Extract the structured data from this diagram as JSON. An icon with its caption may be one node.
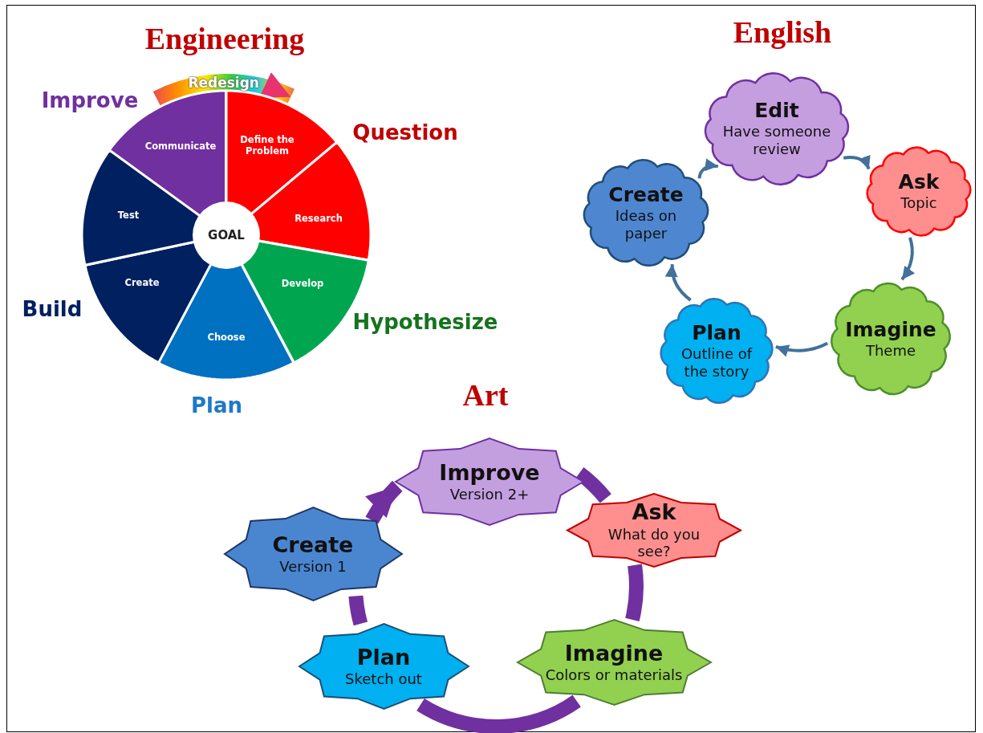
{
  "diagram": {
    "nodes": [
      {
        "text": [
          "Communicate"
        ]
      },
      {
        "text": [
          "Define the Problem"
        ]
      },
      {
        "text": [
          "Research"
        ]
      },
      {
        "text": [
          "Develop"
        ]
      },
      {
        "text": [
          "Choose"
        ]
      },
      {
        "text": [
          "Create"
        ]
      },
      {
        "text": [
          "Test"
        ]
      },
      {
        "text": [
          "GOAL"
        ]
      },
      {
        "text": [
          "Edit",
          "Have someone review"
        ]
      },
      {
        "text": [
          "Ask",
          "Topic"
        ]
      },
      {
        "text": [
          "Imagine",
          "Theme"
        ]
      },
      {
        "text": [
          "Plan",
          "Outline of the story"
        ]
      },
      {
        "text": [
          "Create",
          "Ideas on paper"
        ]
      },
      {
        "text": [
          "Improve",
          "Version 2+"
        ]
      },
      {
        "text": [
          "Ask",
          "What do you see?"
        ]
      },
      {
        "text": [
          "Imagine",
          "Colors or materials"
        ]
      },
      {
        "text": [
          "Plan",
          "Sketch out"
        ]
      },
      {
        "text": [
          "Create",
          "Version 1"
        ]
      }
    ],
    "edges": [
      {
        "from": 0,
        "to": 1,
        "arrow": "to",
        "label": "Redesign",
        "style": "thick"
      },
      {
        "from": 8,
        "to": 9,
        "arrow": "to"
      },
      {
        "from": 9,
        "to": 10,
        "arrow": "to"
      },
      {
        "from": 10,
        "to": 11,
        "arrow": "to"
      },
      {
        "from": 11,
        "to": 12,
        "arrow": "to"
      },
      {
        "from": 12,
        "to": 8,
        "arrow": "to"
      },
      {
        "from": 13,
        "to": 14,
        "arrow": "none",
        "style": "thick",
        "color": "#7030a0"
      },
      {
        "from": 14,
        "to": 15,
        "arrow": "none",
        "style": "thick",
        "color": "#7030a0"
      },
      {
        "from": 15,
        "to": 16,
        "arrow": "none",
        "style": "thick",
        "color": "#7030a0"
      },
      {
        "from": 16,
        "to": 17,
        "arrow": "none",
        "style": "thick",
        "color": "#7030a0"
      },
      {
        "from": 17,
        "to": 13,
        "arrow": "to",
        "style": "thick",
        "color": "#7030a0"
      }
    ],
    "labels": [
      "Engineering",
      "English",
      "Improve",
      "Question",
      "Build",
      "Hypothesize",
      "Art",
      "Plan"
    ]
  }
}
